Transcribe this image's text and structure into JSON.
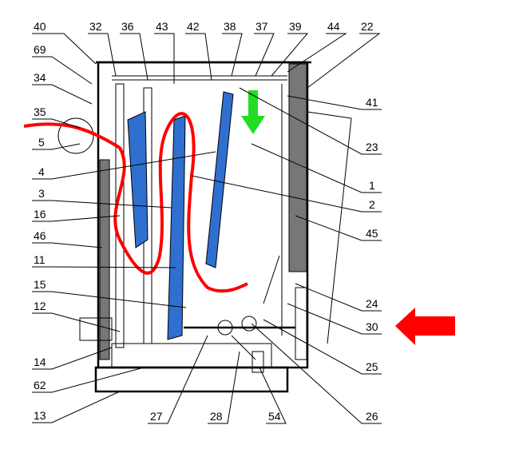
{
  "diagram": {
    "top_labels": [
      "40",
      "32",
      "36",
      "43",
      "42",
      "38",
      "37",
      "39",
      "44",
      "22"
    ],
    "left_labels": [
      "69",
      "34",
      "35",
      "5",
      "4",
      "3",
      "16",
      "46",
      "11",
      "15",
      "12",
      "14",
      "62",
      "13"
    ],
    "right_labels": [
      "41",
      "23",
      "1",
      "2",
      "45",
      "24",
      "30",
      "25",
      "26"
    ],
    "bottom_labels": [
      "27",
      "28",
      "54"
    ],
    "colors": {
      "flame_path": "#ff0000",
      "air_arrow": "#ff0000",
      "flow_arrow": "#22dd22",
      "tubes": "#2f6fd0"
    }
  }
}
